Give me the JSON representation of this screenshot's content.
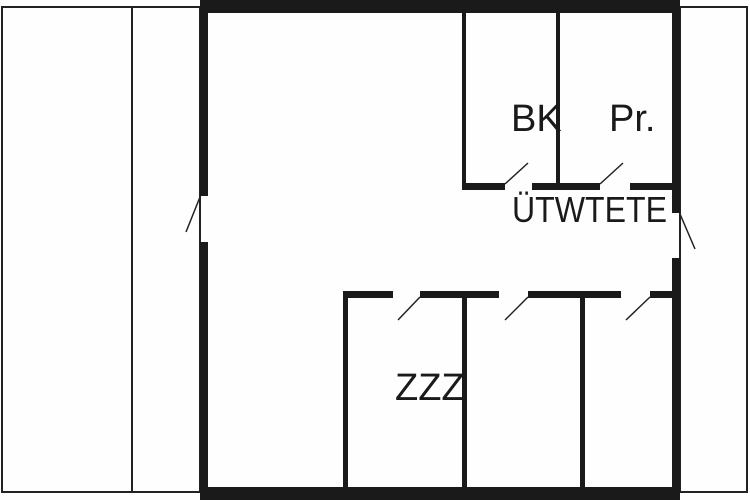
{
  "plan": {
    "rooms": {
      "bk": "BK",
      "pr": "Pr.",
      "corridor": "ÜTWTETE",
      "zzz": "ZZZ"
    },
    "colors": {
      "wall": "#1a1a1a",
      "background": "#fefefe"
    }
  }
}
